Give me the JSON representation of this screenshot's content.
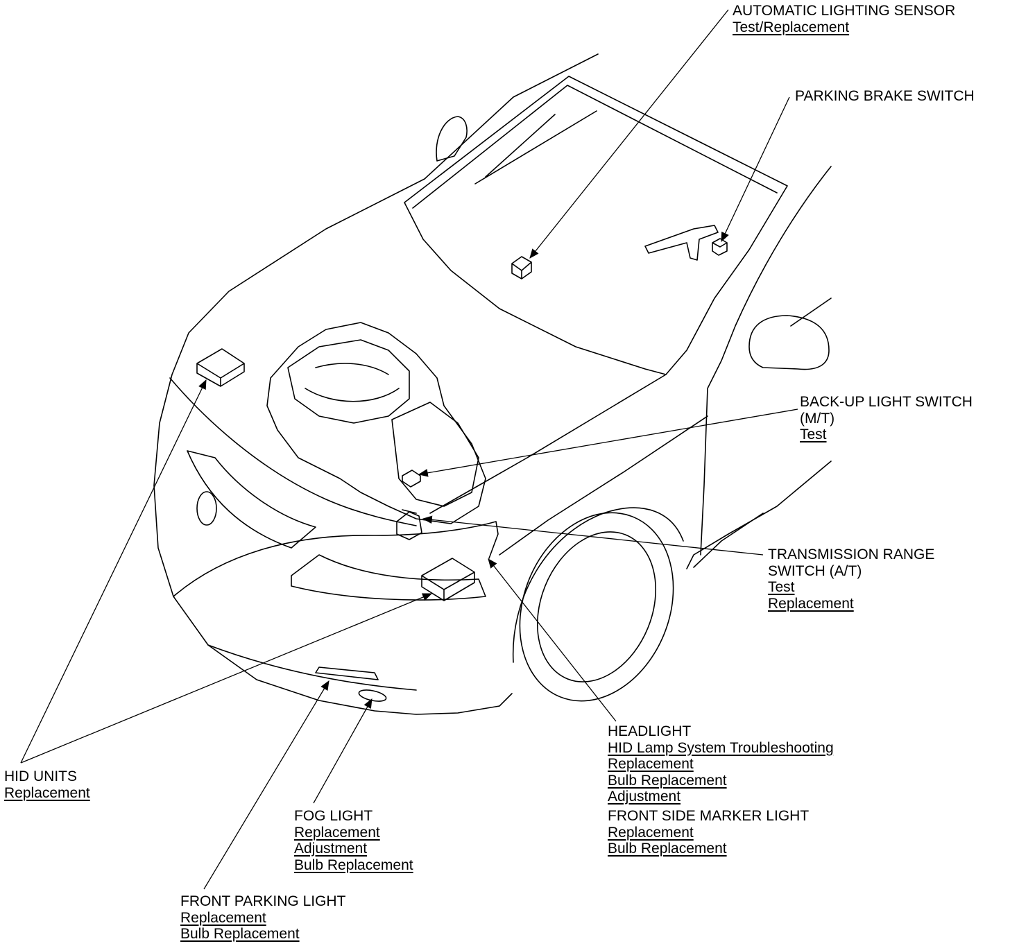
{
  "callouts": {
    "automatic_lighting_sensor": {
      "title": "AUTOMATIC LIGHTING SENSOR",
      "links": [
        "Test/Replacement"
      ]
    },
    "parking_brake_switch": {
      "title": "PARKING BRAKE SWITCH",
      "links": []
    },
    "back_up_light_switch": {
      "title": [
        "BACK-UP LIGHT SWITCH",
        "(M/T)"
      ],
      "links": [
        "Test"
      ]
    },
    "transmission_range_switch": {
      "title": [
        "TRANSMISSION RANGE",
        "SWITCH (A/T)"
      ],
      "links": [
        "Test",
        "Replacement"
      ]
    },
    "headlight": {
      "title": "HEADLIGHT",
      "links": [
        "HID Lamp System Troubleshooting",
        "Replacement",
        "Bulb Replacement",
        "Adjustment"
      ]
    },
    "front_side_marker_light": {
      "title": "FRONT SIDE MARKER LIGHT",
      "links": [
        "Replacement",
        "Bulb Replacement"
      ]
    },
    "hid_units": {
      "title": "HID UNITS",
      "links": [
        "Replacement"
      ]
    },
    "fog_light": {
      "title": "FOG LIGHT",
      "links": [
        "Replacement",
        "Adjustment",
        "Bulb Replacement"
      ]
    },
    "front_parking_light": {
      "title": "FRONT PARKING LIGHT",
      "links": [
        "Replacement",
        "Bulb Replacement"
      ]
    }
  },
  "colors": {
    "line": "#000000",
    "background": "#ffffff"
  }
}
